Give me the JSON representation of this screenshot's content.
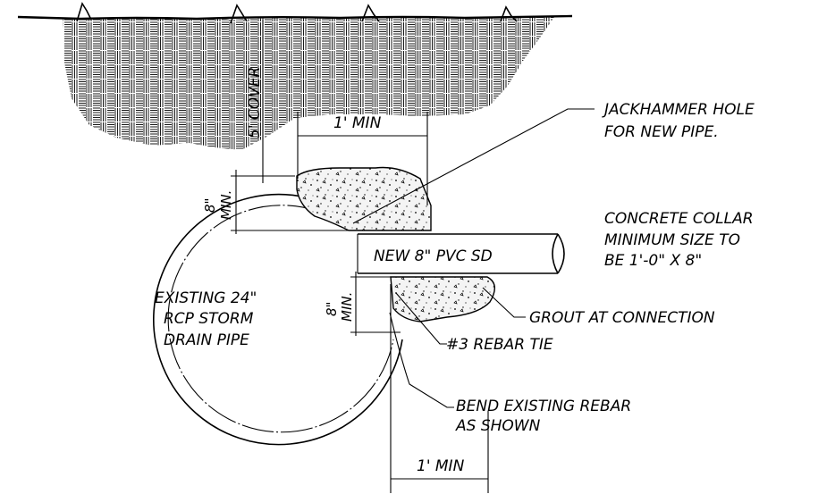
{
  "labels": {
    "cover": "5' COVER",
    "min_top": "1' MIN",
    "min_bottom": "1' MIN",
    "eight_min_top_a": "8\"",
    "eight_min_top_b": "MIN.",
    "eight_min_bot_a": "8\"",
    "eight_min_bot_b": "MIN.",
    "jackhammer_1": "JACKHAMMER HOLE",
    "jackhammer_2": "FOR NEW PIPE.",
    "collar_1": "CONCRETE COLLAR",
    "collar_2": "MINIMUM SIZE TO",
    "collar_3": "BE 1'-0\" X 8\"",
    "new_pipe": "NEW 8\" PVC SD",
    "existing_1": "EXISTING 24\"",
    "existing_2": "RCP STORM",
    "existing_3": "DRAIN PIPE",
    "grout": "GROUT AT CONNECTION",
    "rebar_tie": "#3 REBAR TIE",
    "bend_1": "BEND EXISTING REBAR",
    "bend_2": "AS SHOWN"
  }
}
